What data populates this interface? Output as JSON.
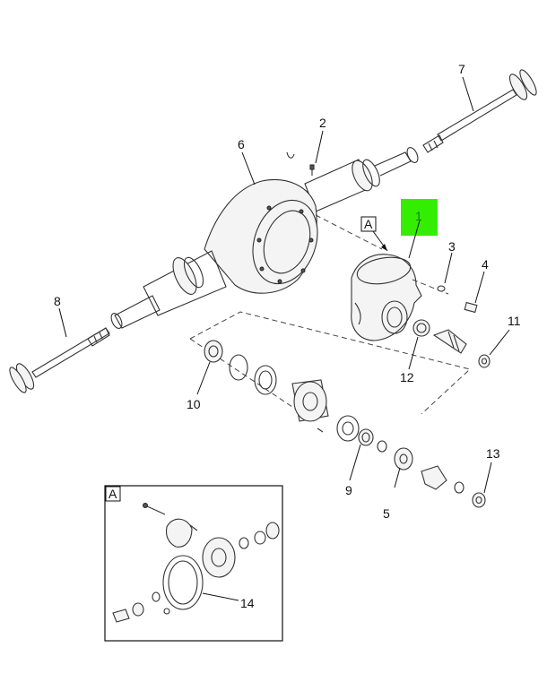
{
  "diagram": {
    "highlight_color": "#33ee00",
    "callouts": {
      "c1": "1",
      "c2": "2",
      "c3": "3",
      "c4": "4",
      "c5": "5",
      "c6": "6",
      "c7": "7",
      "c8": "8",
      "c9": "9",
      "c10": "10",
      "c11": "11",
      "c12": "12",
      "c13": "13",
      "c14": "14"
    },
    "view_ref": "A",
    "inset_ref": "A"
  }
}
